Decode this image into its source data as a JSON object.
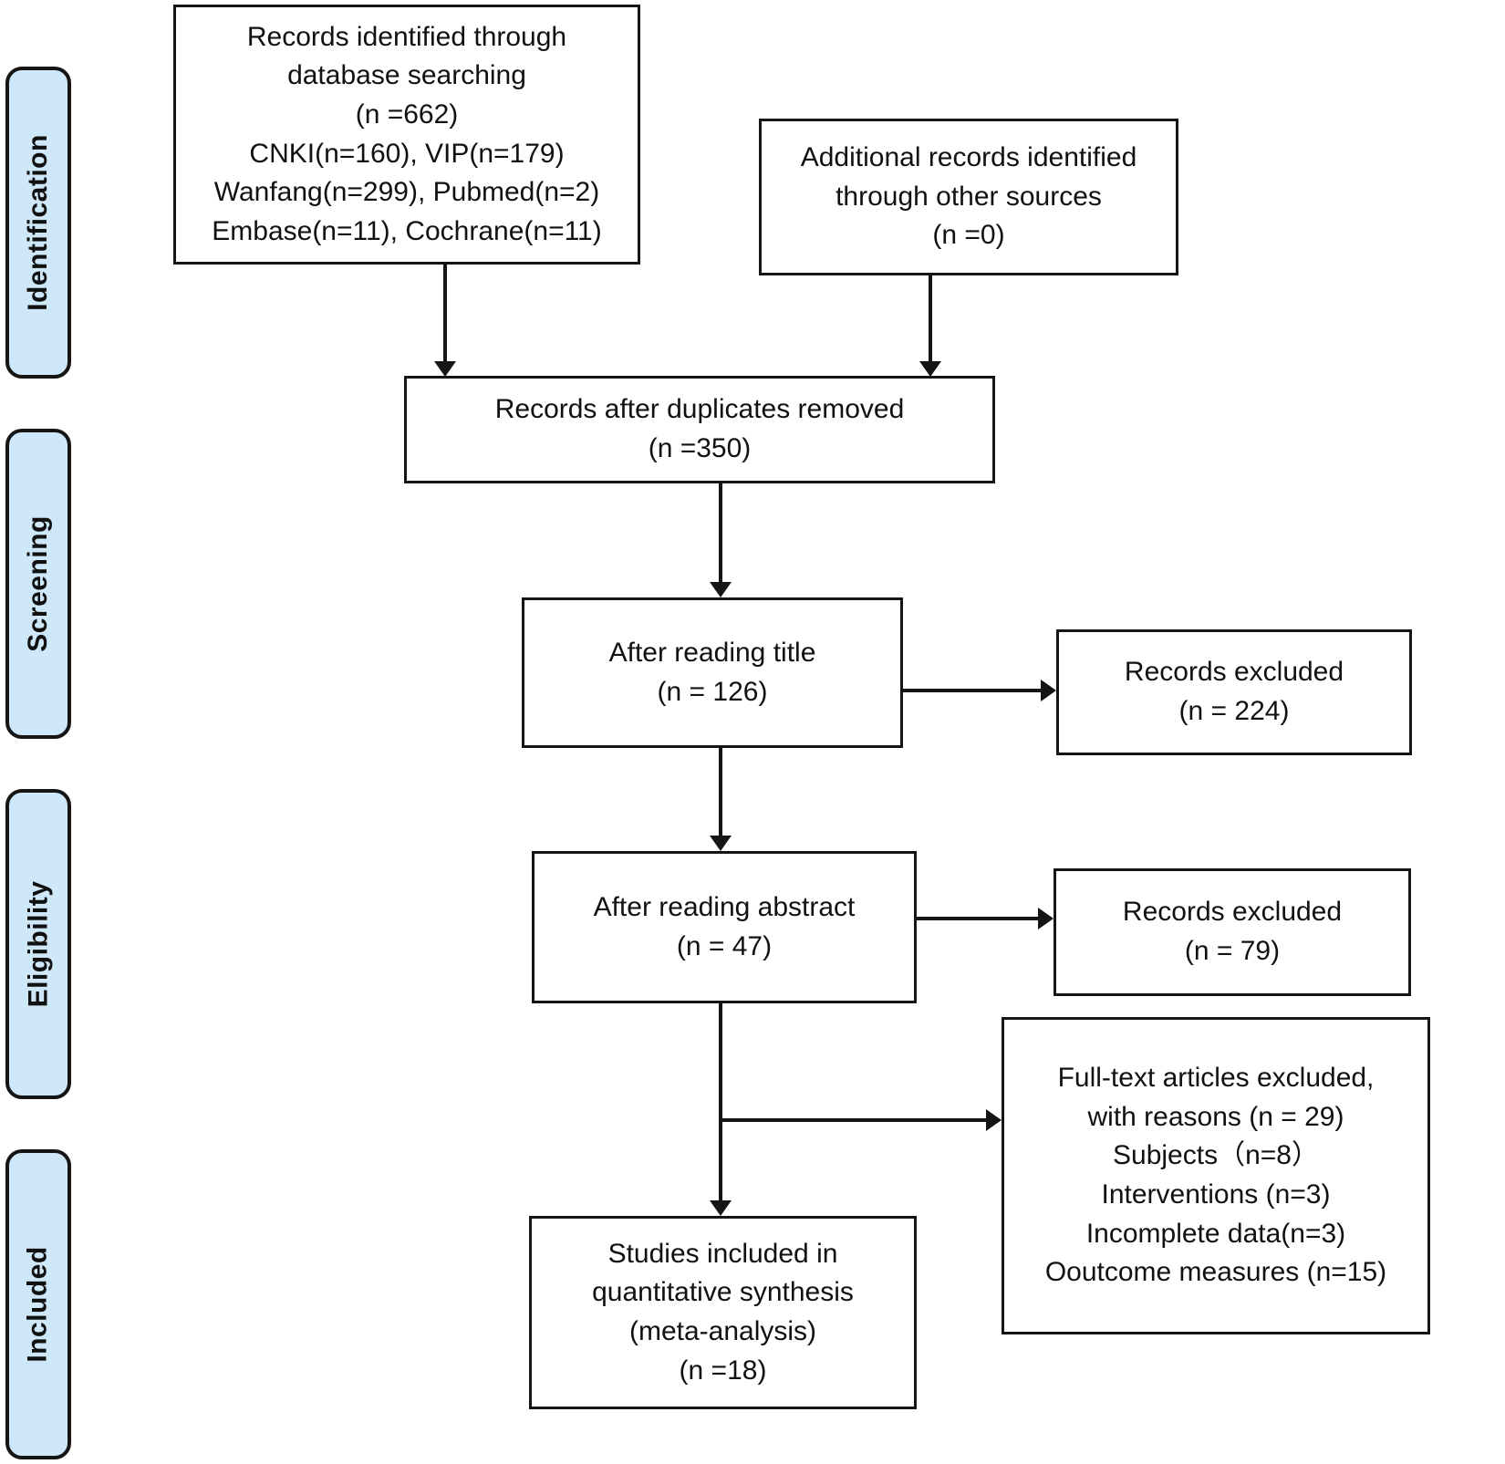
{
  "sidebar": {
    "items": [
      {
        "label": "Identification"
      },
      {
        "label": "Screening"
      },
      {
        "label": "Eligibility"
      },
      {
        "label": "Included"
      }
    ]
  },
  "boxes": {
    "identified": {
      "lines": [
        "Records identified through",
        "database searching",
        "(n =662)",
        "CNKI(n=160), VIP(n=179)",
        "Wanfang(n=299), Pubmed(n=2)",
        "Embase(n=11), Cochrane(n=11)"
      ]
    },
    "additional": {
      "lines": [
        "Additional records identified",
        "through other sources",
        "(n =0)"
      ]
    },
    "duplicates": {
      "lines": [
        "Records after duplicates removed",
        "(n =350)"
      ]
    },
    "title_screen": {
      "lines": [
        "After reading title",
        "(n = 126)"
      ]
    },
    "excluded_title": {
      "lines": [
        "Records excluded",
        "(n = 224)"
      ]
    },
    "abstract_screen": {
      "lines": [
        "After reading abstract",
        "(n = 47)"
      ]
    },
    "excluded_abstract": {
      "lines": [
        "Records excluded",
        "(n = 79)"
      ]
    },
    "fulltext_excluded": {
      "lines": [
        "Full-text articles excluded,",
        "with reasons (n = 29)",
        "Subjects（n=8）",
        "Interventions (n=3)",
        "Incomplete data(n=3)",
        "Ooutcome measures (n=15)"
      ]
    },
    "included_studies": {
      "lines": [
        "Studies included in",
        "quantitative synthesis",
        "(meta-analysis)",
        "(n =18)"
      ]
    }
  },
  "colors": {
    "stage_fill": "#cfe8f9",
    "border": "#151515",
    "box_fill": "#ffffff",
    "text": "#111111"
  }
}
